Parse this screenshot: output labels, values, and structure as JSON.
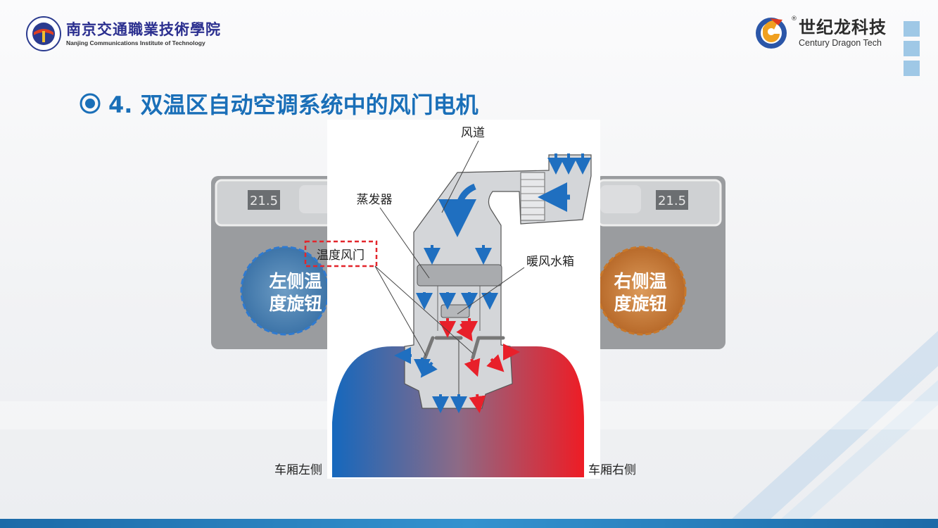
{
  "header": {
    "school_name_cn": "南京交通職業技術學院",
    "school_name_en": "Nanjing Communications Institute of Technology",
    "company_name_cn": "世纪龙科技",
    "company_name_en": "Century Dragon Tech",
    "registered_mark": "®"
  },
  "slide": {
    "title_icon": "target-circle-icon",
    "title": "4. 双温区自动空调系统中的风门电机"
  },
  "diagram": {
    "labels": {
      "duct": "风道",
      "evaporator": "蒸发器",
      "temp_door": "温度风门",
      "heater_core": "暖风水箱",
      "cabin_left": "车厢左侧",
      "cabin_right": "车厢右侧"
    },
    "left_panel": {
      "display": "21.5",
      "knob_line1": "左侧温",
      "knob_line2": "度旋钮"
    },
    "right_panel": {
      "display": "21.5",
      "knob_line1": "右侧温",
      "knob_line2": "度旋钮"
    },
    "colors": {
      "cold": "#1f6fc0",
      "hot": "#e8202a",
      "title": "#1a6fb8"
    }
  }
}
